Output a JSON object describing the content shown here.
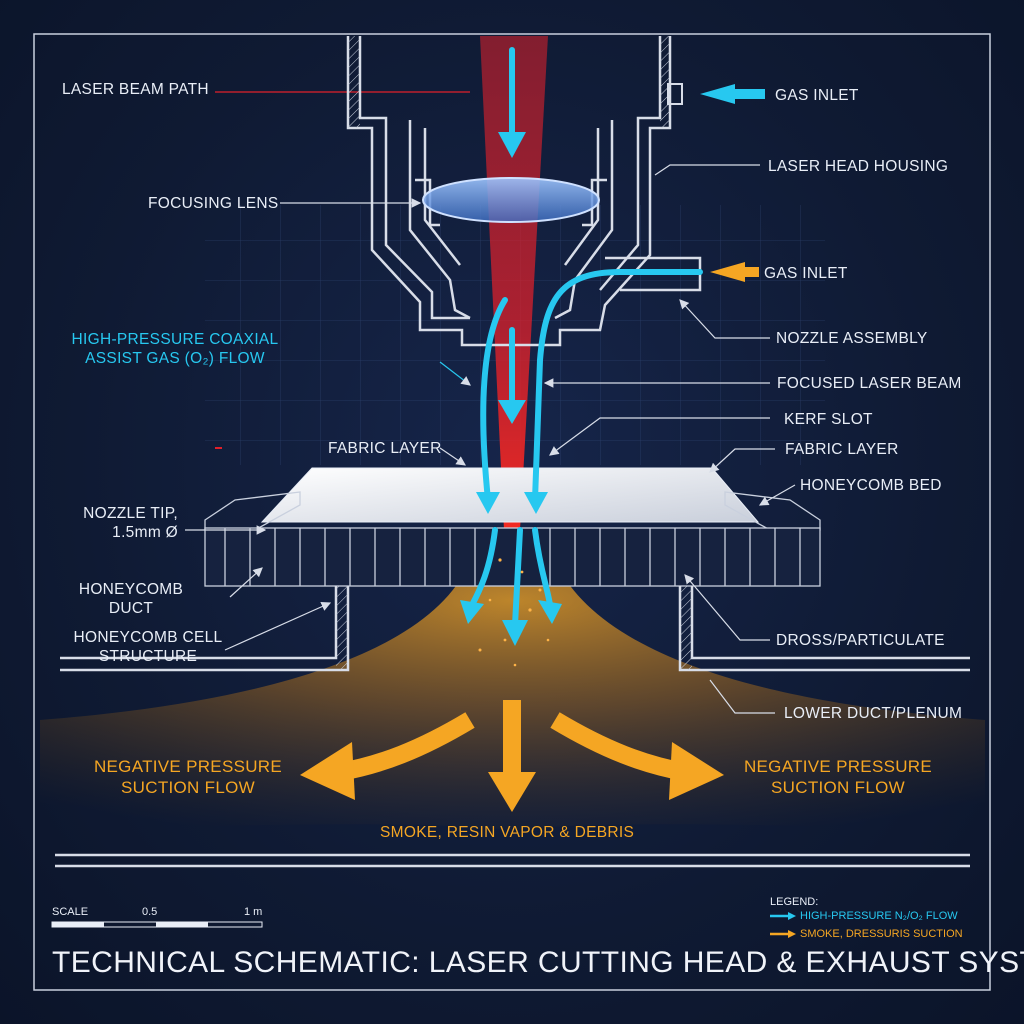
{
  "title": "TECHNICAL SCHEMATIC: LASER CUTTING HEAD & EXHAUST SYSTEM",
  "labels": {
    "laser_beam_path": "LASER BEAM PATH",
    "gas_inlet_top": "GAS INLET",
    "laser_head_housing": "LASER HEAD HOUSING",
    "focusing_lens": "FOCUSING LENS",
    "gas_inlet_side": "GAS INLET",
    "nozzle_assembly": "NOZZLE ASSEMBLY",
    "assist_gas_line1": "HIGH-PRESSURE COAXIAL",
    "assist_gas_line2": "ASSIST GAS (O₂) FLOW",
    "focused_laser_beam": "FOCUSED LASER BEAM",
    "kerf_slot": "KERF SLOT",
    "fabric_layer_left": "FABRIC LAYER",
    "fabric_layer_right": "FABRIC LAYER",
    "honeycomb_bed": "HONEYCOMB BED",
    "nozzle_tip_line1": "NOZZLE TIP,",
    "nozzle_tip_line2": "1.5mm Ø",
    "honeycomb_duct_line1": "HONEYCOMB",
    "honeycomb_duct_line2": "DUCT",
    "honeycomb_cell_line1": "HONEYCOMB CELL",
    "honeycomb_cell_line2": "STRUCTURE",
    "dross_particulate": "DROSS/PARTICULATE",
    "lower_duct": "LOWER DUCT/PLENUM",
    "suction_left_line1": "NEGATIVE PRESSURE",
    "suction_left_line2": "SUCTION FLOW",
    "suction_right_line1": "NEGATIVE PRESSURE",
    "suction_right_line2": "SUCTION FLOW",
    "smoke": "SMOKE, RESIN VAPOR & DEBRIS"
  },
  "scale": {
    "label": "SCALE",
    "mid": "0.5",
    "end": "1 m"
  },
  "legend": {
    "title": "LEGEND:",
    "items": [
      {
        "label": "HIGH-PRESSURE N₂/O₂ FLOW",
        "color": "#27c8f0"
      },
      {
        "label": "SMOKE, DRESSURIS SUCTION",
        "color": "#f5a623"
      }
    ]
  },
  "colors": {
    "background": "#0f1a33",
    "line": "#d8dde8",
    "cyan": "#27c8f0",
    "orange": "#f5a623",
    "laser": "#e0202a"
  }
}
